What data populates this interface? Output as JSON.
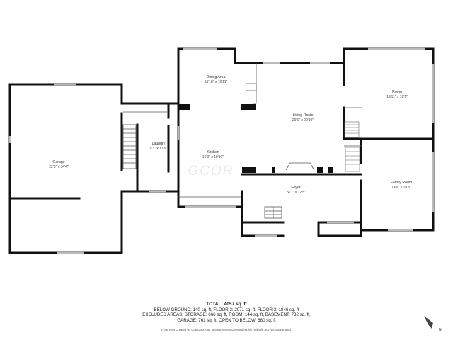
{
  "rooms": [
    {
      "id": "garage",
      "name": "Garage",
      "dim": "22'5\" x 34'4\""
    },
    {
      "id": "laundry",
      "name": "Laundry",
      "dim": "9'3\" x 17'9\""
    },
    {
      "id": "dining",
      "name": "Dining Area",
      "dim": "15'10\" x 10'11\""
    },
    {
      "id": "living",
      "name": "Living Room",
      "dim": "20'6\" x 20'10\""
    },
    {
      "id": "room",
      "name": "Room",
      "dim": "19'11\" x 18'1\""
    },
    {
      "id": "kitchen",
      "name": "Kitchen",
      "dim": "16'3\" x 19'10\""
    },
    {
      "id": "foyer",
      "name": "Foyer",
      "dim": "24'1\" x 12'5\""
    },
    {
      "id": "family",
      "name": "Family Room",
      "dim": "14'9\" x 18'3\""
    }
  ],
  "watermark": "GCOR",
  "summary": {
    "total": "TOTAL: 4057 sq. ft",
    "line1": "BELOW GROUND: 140 sq. ft, FLOOR 2: 2071 sq. ft, FLOOR 3: 1846 sq. ft",
    "line2": "EXCLUDED AREAS: STORAGE: 666 sq. ft, ROOM: 144 sq. ft, BASEMENT: 732 sq. ft,",
    "line3": "GARAGE: 761 sq. ft, OPEN TO BELOW: 680 sq. ft"
  },
  "footer": "Floor Plan Created By Cubicasa App. Measurements Deemed Highly Reliable But Not Guaranteed.",
  "compass_label": "N"
}
